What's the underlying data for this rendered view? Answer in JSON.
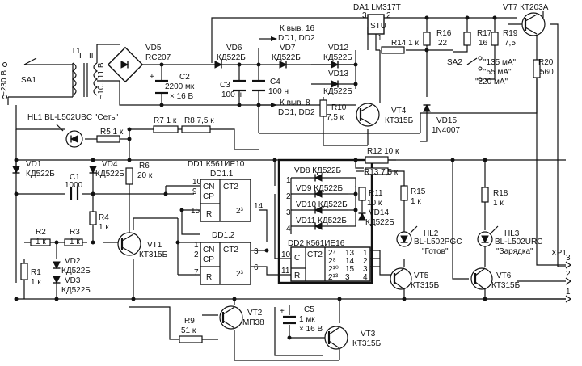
{
  "mains": "~230 В",
  "sa1": "SA1",
  "t1": "T1",
  "t1_sec": "~10...11 В",
  "t1_pins": [
    "I",
    "II"
  ],
  "vd5": [
    "VD5",
    "RC207"
  ],
  "da1": "DA1 LM317T",
  "da1_chip": "STU",
  "da1_pins": [
    "3",
    "2",
    "1"
  ],
  "vt7": "VT7 КТ203А",
  "r14": "R14 1 к",
  "r16": [
    "R16",
    "22"
  ],
  "r17": [
    "R17",
    "16"
  ],
  "r19": [
    "R19",
    "7,5"
  ],
  "r20": [
    "R20",
    "560"
  ],
  "sa2": "SA2",
  "sa2_opts": [
    "\"135 мА\"",
    "\"55 мА\"",
    "\"220 мА\""
  ],
  "vd15": [
    "VD15",
    "1N4007"
  ],
  "vd6": [
    "VD6",
    "КД522Б"
  ],
  "vd7": [
    "VD7",
    "КД522Б"
  ],
  "vd12": [
    "VD12",
    "КД522Б"
  ],
  "vd13": [
    "VD13",
    "КД522Б"
  ],
  "c2": [
    "C2",
    "2200 мк",
    "× 16 В"
  ],
  "c3": [
    "C3",
    "100 н"
  ],
  "c4": [
    "C4",
    "100 н"
  ],
  "pin16": [
    "К выв. 16",
    "DD1, DD2"
  ],
  "pin8": [
    "К выв. 8",
    "DD1, DD2"
  ],
  "r10": [
    "R10",
    "7,5 к"
  ],
  "vt4": [
    "VT4",
    "КТ315Б"
  ],
  "hl1": "HL1 BL-L502UBC \"Сеть\"",
  "r7": "R7 1 к",
  "r8": "R8 7,5 к",
  "r5": "R5 1 к",
  "vd1": [
    "VD1",
    "КД522Б"
  ],
  "vd4": [
    "VD4",
    "КД522Б"
  ],
  "r6": [
    "R6",
    "20 к"
  ],
  "c1": [
    "C1",
    "1000"
  ],
  "r4": [
    "R4",
    "1 к"
  ],
  "r2": [
    "R2",
    "1 к"
  ],
  "r3": [
    "R3",
    "1 к"
  ],
  "r1": [
    "R1",
    "1 к"
  ],
  "vd2": [
    "VD2",
    "КД522Б"
  ],
  "vd3": [
    "VD3",
    "КД522Б"
  ],
  "vt1": [
    "VT1",
    "КТ315Б"
  ],
  "dd1": "DD1 К561ИЕ10",
  "dd1_1": "DD1.1",
  "dd1_2": "DD1.2",
  "dd_lbl": {
    "cn": "CN",
    "cp": "CP",
    "r": "R",
    "ct2": "CT2",
    "p3": "2³",
    "c": "C"
  },
  "dd1_1_pins": [
    "10",
    "9",
    "15",
    "14"
  ],
  "dd1_2_pins": [
    "1",
    "2",
    "7",
    "6",
    "3"
  ],
  "dd2": "DD2 К561ИЕ16",
  "dd2_pins_in": [
    "10",
    "11"
  ],
  "dd2_outs": [
    "2⁷",
    "2⁸",
    "2¹⁰",
    "2¹³"
  ],
  "dd2_pins_out": [
    "13",
    "14",
    "15",
    "3"
  ],
  "dd2_pins_right": [
    "1",
    "2",
    "3",
    "4"
  ],
  "vd8": "VD8 КД522Б",
  "vd9": "VD9 КД522Б",
  "vd10": "VD10 КД522Б",
  "vd11": "VD11 КД522Б",
  "vd_nums": [
    "1",
    "2",
    "3",
    "4"
  ],
  "r12": "R12 10 к",
  "r13": "R13 7,5 к",
  "r11": [
    "R11",
    "10 к"
  ],
  "r15": [
    "R15",
    "1 к"
  ],
  "vd14": [
    "VD14",
    "КД522Б"
  ],
  "hl2": [
    "HL2",
    "BL-L502PGC",
    "\"Готов\""
  ],
  "hl3": [
    "HL3",
    "BL-L502URC",
    "\"Зарядка\""
  ],
  "r18": [
    "R18",
    "1 к"
  ],
  "vt5": [
    "VT5",
    "КТ315Б"
  ],
  "vt6": [
    "VT6",
    "КТ315Б"
  ],
  "xp1": "XP1",
  "xp1_pins": [
    "3",
    "2",
    "1"
  ],
  "r9": [
    "R9",
    "51 к"
  ],
  "vt2": [
    "VT2",
    "МП38"
  ],
  "c5": [
    "C5",
    "1 мк",
    "× 16 В"
  ],
  "vt3": [
    "VT3",
    "КТ315Б"
  ],
  "plus": "+"
}
